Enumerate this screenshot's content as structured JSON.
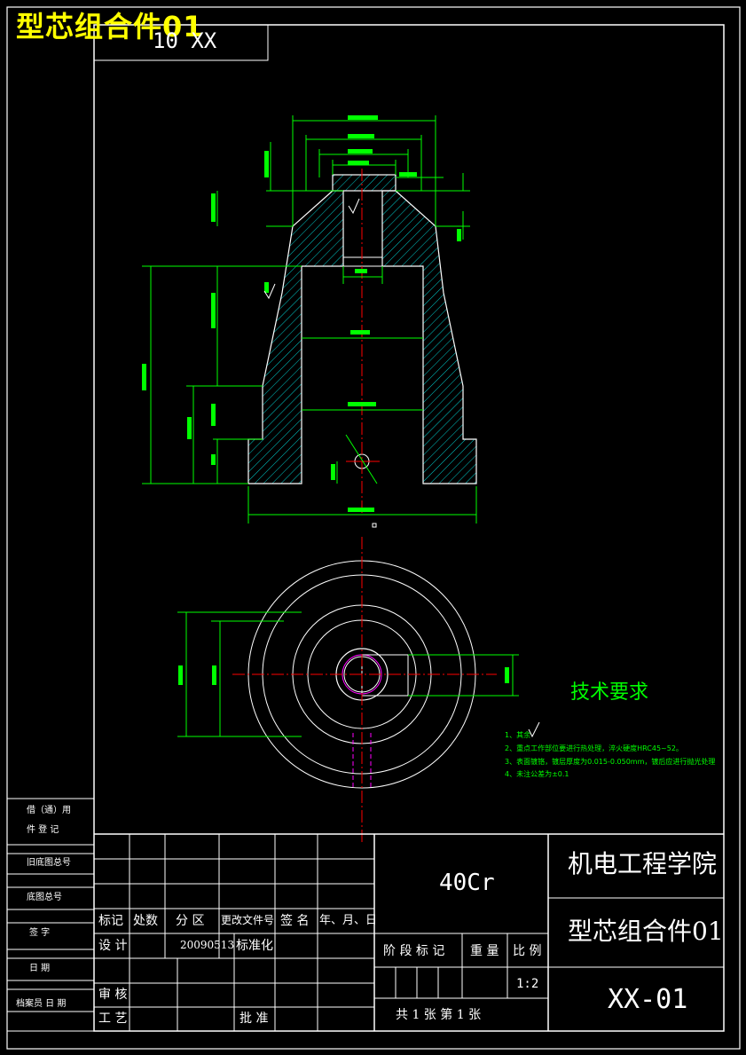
{
  "banner": "型芯组合件01",
  "code_box": "10 XX",
  "tech": {
    "title": "技术要求",
    "notes": [
      "1、其余",
      "2、重点工作部位要进行热处理，淬火硬度HRC45~52。",
      "3、表面镀铬，镀层厚度为0.015-0.050mm，镀后应进行抛光处理",
      "4、未注公差为±0.1"
    ]
  },
  "left_strip": {
    "borrow_line1": "借（通）用",
    "borrow_line2": "件  登  记",
    "old_base": "旧底图总号",
    "base": "底图总号",
    "sign": "签    字",
    "date": "日    期",
    "archive": "档案员  日  期"
  },
  "title_block": {
    "material": "40Cr",
    "school": "机电工程学院",
    "part_name": "型芯组合件01",
    "drawing_no": "XX-01",
    "col_mark": "标记",
    "col_count": "处数",
    "col_zone": "分 区",
    "col_doc": "更改文件号",
    "col_sign": "签 名",
    "col_date": "年、月、日",
    "design": "设 计",
    "design_date": "20090513",
    "standard": "标准化",
    "review": "审 核",
    "process": "工 艺",
    "approve": "批 准",
    "stage": "阶 段 标 记",
    "weight": "重 量",
    "scale_label": "比 例",
    "scale": "1:2",
    "sheets": "共 1   张   第   1 张"
  }
}
